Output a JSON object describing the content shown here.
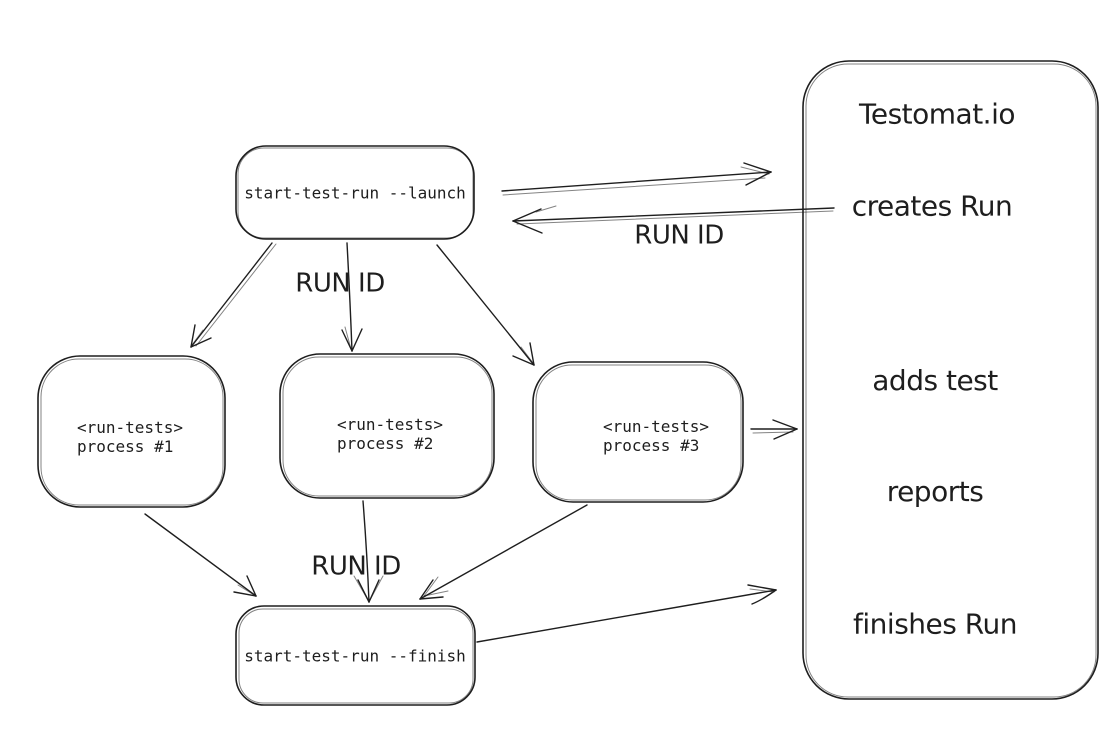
{
  "colors": {
    "stroke": "#1e1e1e",
    "background": "#ffffff"
  },
  "nodes": {
    "launch": {
      "label": "start-test-run --launch"
    },
    "process_1": {
      "line1": "<run-tests>",
      "line2": "process #1"
    },
    "process_2": {
      "line1": "<run-tests>",
      "line2": "process #2"
    },
    "process_3": {
      "line1": "<run-tests>",
      "line2": "process #3"
    },
    "finish": {
      "label": "start-test-run --finish"
    },
    "testomat": {
      "title": "Testomat.io",
      "step_creates": "creates Run",
      "step_adds_line1": "adds test",
      "step_adds_line2": "reports",
      "step_finishes": "finishes Run"
    }
  },
  "edge_labels": {
    "run_id_top": "RUN ID",
    "run_id_middle": "RUN ID",
    "run_id_bottom": "RUN ID"
  }
}
